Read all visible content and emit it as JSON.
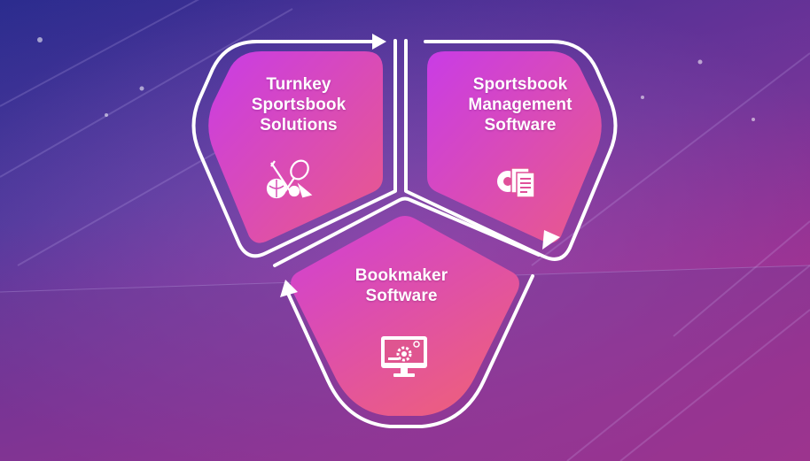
{
  "segments": {
    "turnkey": {
      "lines": [
        "Turnkey",
        "Sportsbook",
        "Solutions"
      ],
      "icon": "sports-equipment-icon"
    },
    "management": {
      "lines": [
        "Sportsbook",
        "Management",
        "Software"
      ],
      "icon": "gear-document-icon"
    },
    "bookmaker": {
      "lines": [
        "Bookmaker",
        "Software"
      ],
      "icon": "monitor-gear-icon"
    }
  },
  "colors": {
    "background_top": "#2d2a8f",
    "background_bottom": "#6a2c8c",
    "segment_start": "#c93ce6",
    "segment_end": "#e95a8c",
    "outline": "#ffffff"
  }
}
